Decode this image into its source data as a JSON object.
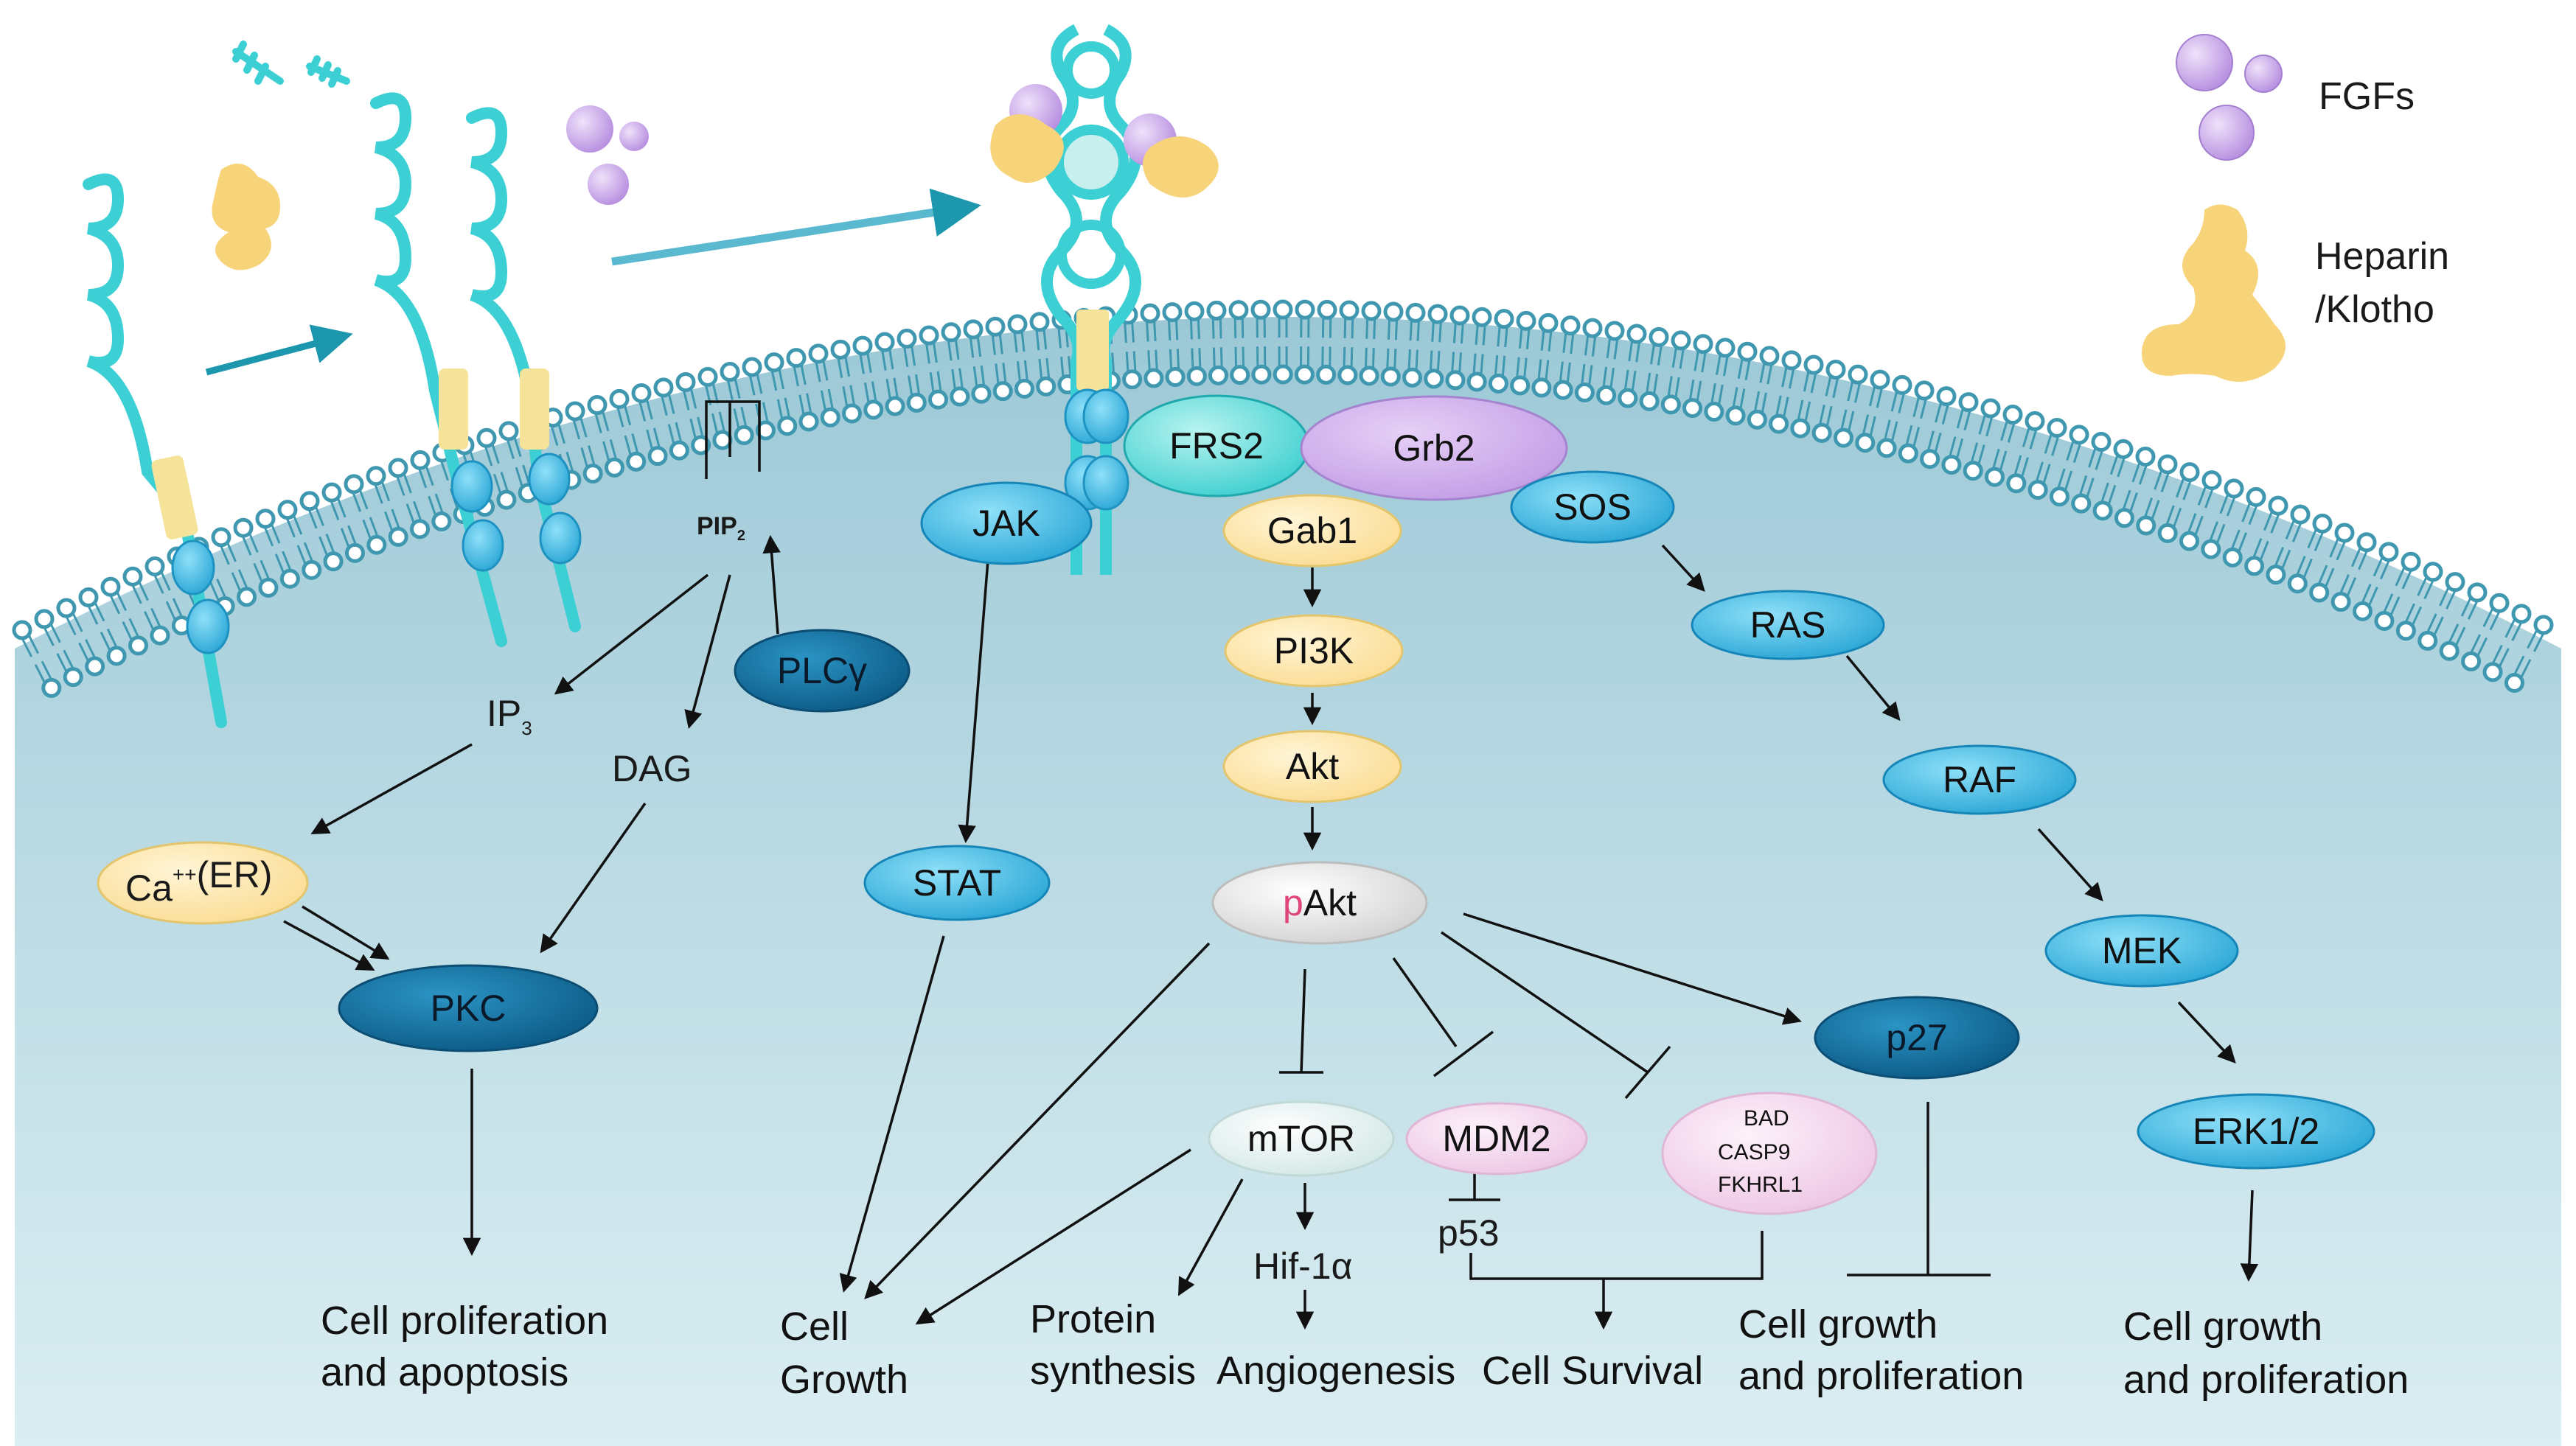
{
  "legend": {
    "fgfs": "FGFs",
    "heparin": "Heparin",
    "klotho": "/Klotho"
  },
  "nodes": {
    "frs2": "FRS2",
    "grb2": "Grb2",
    "jak": "JAK",
    "gab1": "Gab1",
    "sos": "SOS",
    "pi3k": "PI3K",
    "ras": "RAS",
    "akt": "Akt",
    "raf": "RAF",
    "pakt_prefix": "p",
    "pakt_main": "Akt",
    "stat": "STAT",
    "mek": "MEK",
    "p27": "p27",
    "erk": "ERK1/2",
    "mtor": "mTOR",
    "mdm2": "MDM2",
    "bad": "BAD",
    "casp9": "CASP9",
    "fkhrl1": "FKHRL1",
    "plcg": "PLCγ",
    "pkc": "PKC",
    "pip2": "PIP",
    "pip2_sub": "2",
    "ip3": "IP",
    "ip3_sub": "3",
    "dag": "DAG",
    "ca": "Ca",
    "ca_sup": "++",
    "ca_er": "(ER)",
    "hif": "Hif-1α",
    "p53": "p53"
  },
  "outcomes": {
    "prolif_apop_1": "Cell proliferation",
    "prolif_apop_2": "and apoptosis",
    "cell_growth_1": "Cell",
    "cell_growth_2": "Growth",
    "protein_1": "Protein",
    "protein_2": "synthesis",
    "angio": "Angiogenesis",
    "survival": "Cell Survival",
    "growth_prolif_a1": "Cell growth",
    "growth_prolif_a2": "and proliferation",
    "growth_prolif_b1": "Cell growth",
    "growth_prolif_b2": "and proliferation"
  },
  "colors": {
    "cell_interior": "#bcdce6",
    "membrane_head": "#3f98b0",
    "receptor": "#5fd0d6",
    "node_blue": "#3fb3e0",
    "node_dark": "#146d9c",
    "node_yellow": "#fde9b5",
    "node_purple": "#d2b4ec",
    "node_pink": "#f5dcef",
    "fgf": "#caa6e8",
    "heparin": "#f7d47a",
    "p_accent": "#e0457a"
  }
}
